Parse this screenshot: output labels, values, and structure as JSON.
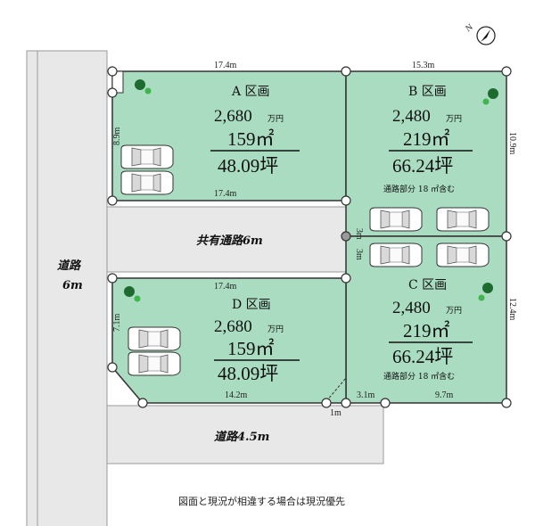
{
  "compass": {
    "label": "N"
  },
  "roads": {
    "main": "道路6m",
    "main_line1": "道路",
    "main_line2": "6m",
    "shared": "共有通路6m",
    "south": "道路4.5m"
  },
  "lots": {
    "A": {
      "title": "A 区画",
      "price": "2,680",
      "price_unit": "万円",
      "area_m2": "159㎡",
      "area_tsubo": "48.09坪"
    },
    "B": {
      "title": "B 区画",
      "price": "2,480",
      "price_unit": "万円",
      "area_m2": "219㎡",
      "area_tsubo": "66.24坪",
      "note": "通路部分 18 ㎡含む"
    },
    "C": {
      "title": "C 区画",
      "price": "2,480",
      "price_unit": "万円",
      "area_m2": "219㎡",
      "area_tsubo": "66.24坪",
      "note": "通路部分 18 ㎡含む"
    },
    "D": {
      "title": "D 区画",
      "price": "2,680",
      "price_unit": "万円",
      "area_m2": "159㎡",
      "area_tsubo": "48.09坪"
    }
  },
  "dimensions": {
    "a_top": "17.4m",
    "a_bottom": "17.4m",
    "a_left": "8.9m",
    "b_top": "15.3m",
    "b_right": "10.9m",
    "passage_upper": "3m",
    "passage_lower": "3m",
    "c_right": "12.4m",
    "c_bottom_left": "3.1m",
    "c_bottom_right": "9.7m",
    "d_top": "17.4m",
    "d_left": "7.1m",
    "d_bottom": "14.2m",
    "corner_cut": "1m"
  },
  "disclaimer": "図面と現況が相違する場合は現況優先",
  "colors": {
    "lot_fill": "#a9dcc0",
    "road_fill": "#e8e8e8",
    "road_edge": "#8a8a8a"
  }
}
